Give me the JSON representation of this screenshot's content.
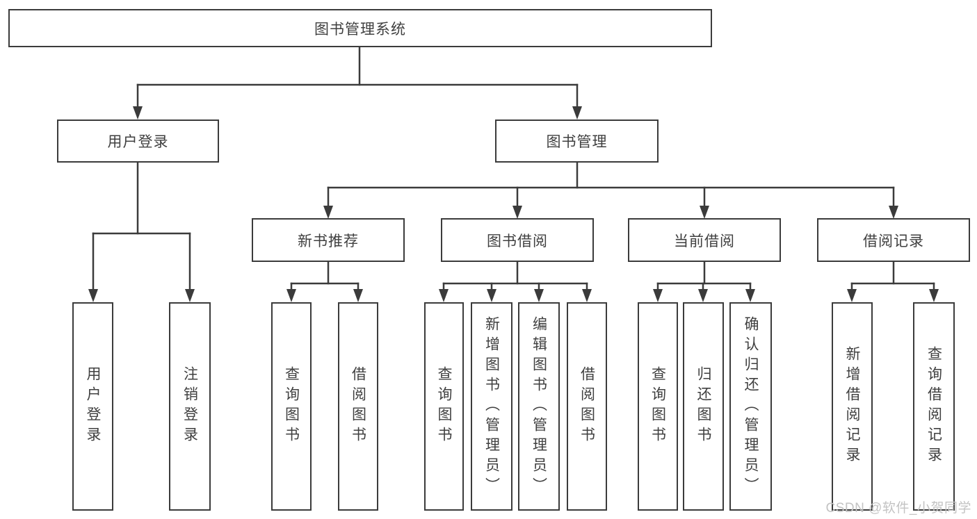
{
  "diagram": {
    "root": "图书管理系统",
    "user_login": {
      "label": "用户登录",
      "children": [
        "用户登录",
        "注销登录"
      ]
    },
    "book_management": {
      "label": "图书管理",
      "sections": [
        {
          "label": "新书推荐",
          "children": [
            "查询图书",
            "借阅图书"
          ]
        },
        {
          "label": "图书借阅",
          "children": [
            "查询图书",
            "新增图书（管理员）",
            "编辑图书（管理员）",
            "借阅图书"
          ]
        },
        {
          "label": "当前借阅",
          "children": [
            "查询图书",
            "归还图书",
            "确认归还（管理员）"
          ]
        },
        {
          "label": "借阅记录",
          "children": [
            "新增借阅记录",
            "查询借阅记录"
          ]
        }
      ]
    }
  },
  "watermark": "CSDN @软件_小贺同学",
  "colors": {
    "line": "#3b3b3b",
    "box_border": "#3b3b3b",
    "text": "#3f3f3f",
    "watermark": "#c3c3c3",
    "background": "#ffffff"
  }
}
